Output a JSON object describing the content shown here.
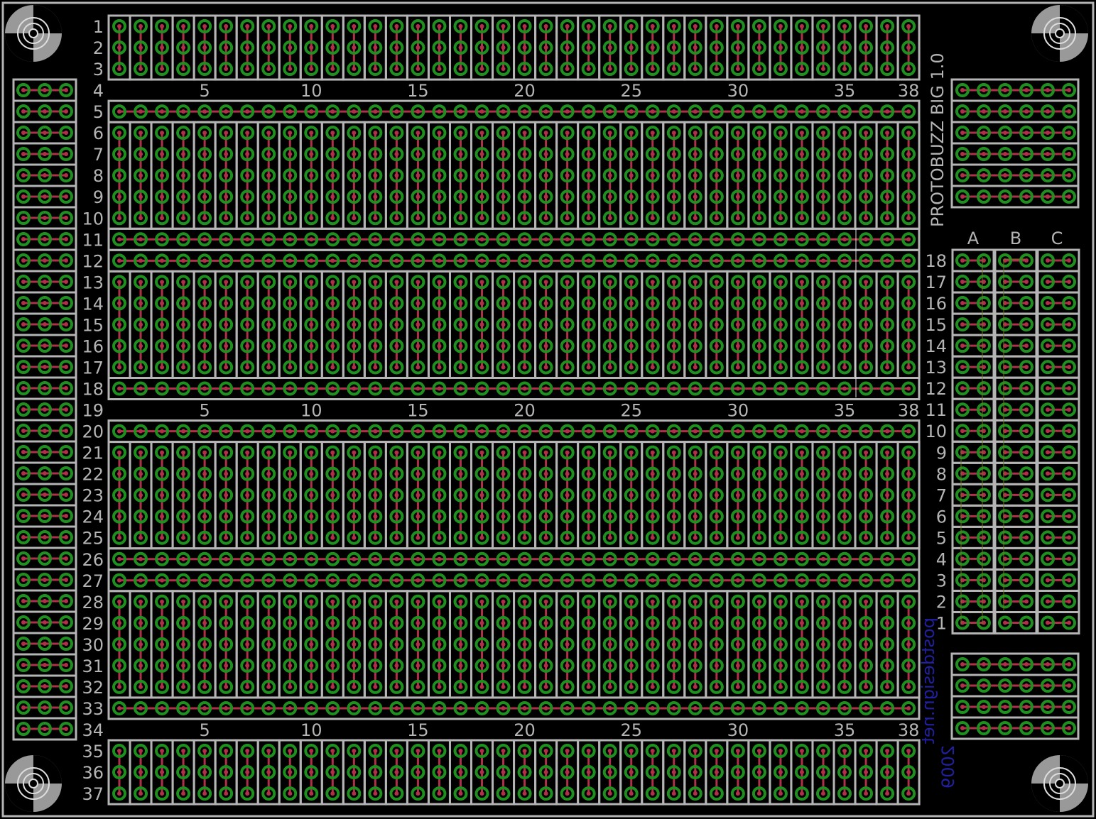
{
  "board": {
    "title": "PROTOBUZZ BIG 1.0",
    "credit_line1": "postdesign.net",
    "credit_line2": "2009"
  },
  "main_grid": {
    "columns": 38,
    "rows": 37,
    "column_number_labels": [
      "5",
      "10",
      "15",
      "20",
      "25",
      "30",
      "35",
      "38"
    ],
    "row_labels": [
      "1",
      "2",
      "3",
      "4",
      "5",
      "6",
      "7",
      "8",
      "9",
      "10",
      "11",
      "12",
      "13",
      "14",
      "15",
      "16",
      "17",
      "18",
      "19",
      "20",
      "21",
      "22",
      "23",
      "24",
      "25",
      "26",
      "27",
      "28",
      "29",
      "30",
      "31",
      "32",
      "33",
      "34",
      "35",
      "36",
      "37"
    ]
  },
  "side_grid": {
    "column_labels": [
      "A",
      "B",
      "C"
    ],
    "row_labels": [
      "18",
      "17",
      "16",
      "15",
      "14",
      "13",
      "12",
      "11",
      "10",
      "9",
      "8",
      "7",
      "6",
      "5",
      "4",
      "3",
      "2",
      "1"
    ]
  },
  "colors": {
    "background": "#000000",
    "outline": "#b4b4b4",
    "pad_ring": "#1f8f1f",
    "pad_center": "#b0304a",
    "trace": "#b0304a",
    "silkscreen_text": "#b4b4b4",
    "credit_text": "#2020a0"
  },
  "icons": [
    "mounting-hole-icon"
  ]
}
